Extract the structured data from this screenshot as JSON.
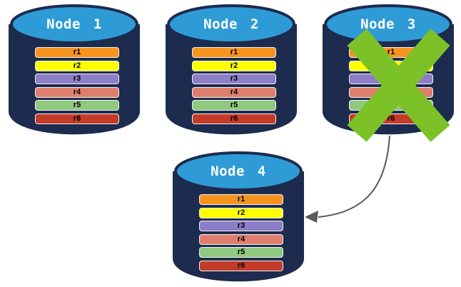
{
  "colors": {
    "background": "#FFFFFF",
    "cylinder_body": "#1C2B4E",
    "cylinder_top": "#2E9BD6",
    "node_label_text": "#FFFFFF",
    "row_text": "#000000",
    "row_border": "#F2F2F2",
    "cross": "#7CC127",
    "arrow": "#595959"
  },
  "nodes": [
    {
      "label": "Node 1",
      "crossed_out": false
    },
    {
      "label": "Node 2",
      "crossed_out": false
    },
    {
      "label": "Node 3",
      "crossed_out": true
    },
    {
      "label": "Node 4",
      "crossed_out": false
    }
  ],
  "replicas": [
    {
      "label": "r1",
      "color": "#F7941E"
    },
    {
      "label": "r2",
      "color": "#FFFF00"
    },
    {
      "label": "r3",
      "color": "#8C7EC7"
    },
    {
      "label": "r4",
      "color": "#E07E6D"
    },
    {
      "label": "r5",
      "color": "#8FC87E"
    },
    {
      "label": "r6",
      "color": "#C43B28"
    }
  ],
  "arrow": {
    "from": "Node 3",
    "to": "Node 4"
  }
}
